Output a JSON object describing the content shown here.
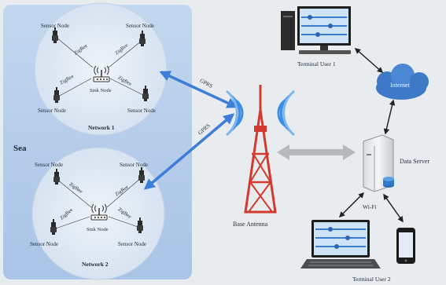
{
  "sea": {
    "label": "Sea"
  },
  "network1": {
    "title": "Network 1",
    "sensors": [
      "Sensor Node",
      "Sensor Node",
      "Sensor Node",
      "Sensor Node"
    ],
    "sink": "Sink Node",
    "links": [
      "ZigBee",
      "ZigBee",
      "ZigBee",
      "ZigBee"
    ]
  },
  "network2": {
    "title": "Network 2",
    "sensors": [
      "Sensor Node",
      "Sensor Node",
      "Sensor Node",
      "Sensor Node"
    ],
    "sink": "Sink Node",
    "links": [
      "ZigBee",
      "ZigBee",
      "ZigBee",
      "ZigBee"
    ]
  },
  "links": {
    "gprs1": "GPRS",
    "gprs2": "GPRS",
    "wifi": "Wi-Fi"
  },
  "base_antenna": "Base Antenna",
  "terminal_user1": "Terminal User 1",
  "terminal_user2": "Terminal User 2",
  "internet": "Internet",
  "data_server": "Data Server",
  "colors": {
    "sea_panel": "#b4cdea",
    "network_circle": "#dfe8f4",
    "arrow_blue": "#3d7fd8",
    "tower_red": "#d23a2f",
    "signal_blue": "#3a8ee6",
    "cloud_blue": "#3d79c6"
  }
}
